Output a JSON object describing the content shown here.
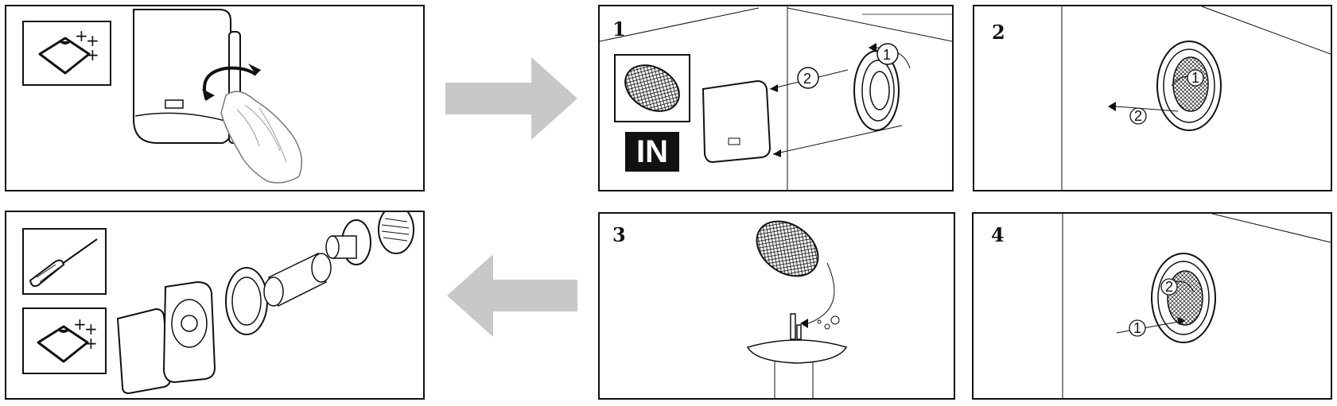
{
  "steps": [
    {
      "number": "1"
    },
    {
      "number": "2"
    },
    {
      "number": "3"
    },
    {
      "number": "4"
    }
  ],
  "badge": {
    "in_label": "IN"
  },
  "callouts": {
    "one": "1",
    "two": "2"
  },
  "icons": {
    "cleaning": "cleaning-sparkle-icon",
    "screwdriver": "screwdriver-icon"
  },
  "colors": {
    "arrow": "#c8c8c8",
    "line": "#111111",
    "badge": "#111111"
  }
}
